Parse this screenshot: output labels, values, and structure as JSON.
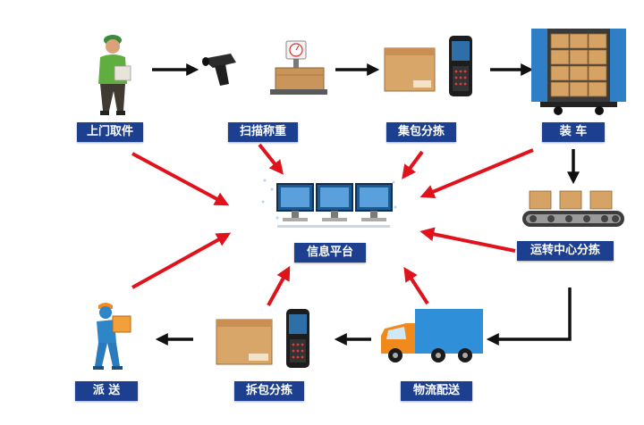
{
  "nodes": {
    "pickup": "上门取件",
    "scan": "扫描称重",
    "consolidate": "集包分拣",
    "load": "装  车",
    "platform": "信息平台",
    "transit": "运转中心分拣",
    "logistics": "物流配送",
    "unpack": "拆包分拣",
    "deliver": "派  送"
  },
  "icons": {
    "pickup": "courier-holding-parcel-icon",
    "scan": "barcode-scanner-and-scale-icon",
    "consolidate": "box-and-handheld-terminal-icon",
    "load": "loaded-truck-container-icon",
    "platform": "computer-monitors-icon",
    "transit": "conveyor-belt-icon",
    "logistics": "delivery-truck-icon",
    "unpack": "box-and-handheld-terminal-icon",
    "deliver": "courier-carrying-box-icon"
  },
  "colors": {
    "label_bg": "#1d3f8f",
    "arrow_red": "#e0121c",
    "arrow_black": "#111111"
  }
}
